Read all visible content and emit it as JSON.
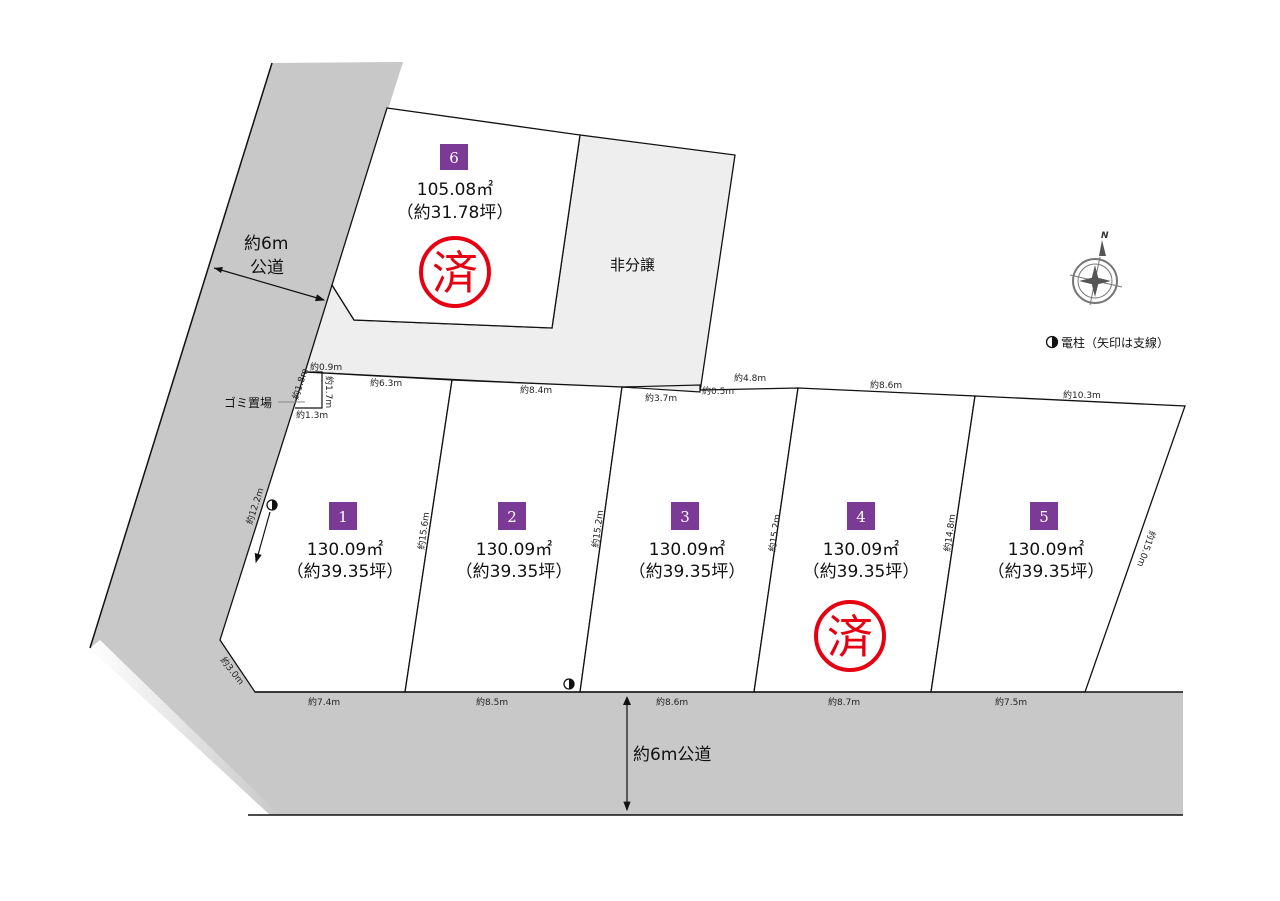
{
  "colors": {
    "road": "#c8c8c8",
    "non_sale": "#eeeeee",
    "lot_badge": "#7b3a96",
    "sold_stamp": "#e60012"
  },
  "roads": {
    "west": "約6m\n公道",
    "west_line1": "約6m",
    "west_line2": "公道",
    "south": "約6m公道"
  },
  "non_sale_label": "非分譲",
  "garbage_label": "ゴミ置場",
  "legend": {
    "icon": "utility-pole-icon",
    "text": "電柱（矢印は支線）"
  },
  "compass_label": "N",
  "sold_stamp_text": "済",
  "lots": [
    {
      "number": "1",
      "area": "130.09㎡",
      "tsubo": "（約39.35坪）",
      "sold": false
    },
    {
      "number": "2",
      "area": "130.09㎡",
      "tsubo": "（約39.35坪）",
      "sold": false
    },
    {
      "number": "3",
      "area": "130.09㎡",
      "tsubo": "（約39.35坪）",
      "sold": false
    },
    {
      "number": "4",
      "area": "130.09㎡",
      "tsubo": "（約39.35坪）",
      "sold": true
    },
    {
      "number": "5",
      "area": "130.09㎡",
      "tsubo": "（約39.35坪）",
      "sold": false
    },
    {
      "number": "6",
      "area": "105.08㎡",
      "tsubo": "（約31.78坪）",
      "sold": true
    }
  ],
  "dimensions": {
    "d09": "約0.9m",
    "d18": "約1.8m",
    "d17": "約1.7m",
    "d13": "約1.3m",
    "d63": "約6.3m",
    "d84": "約8.4m",
    "d37": "約3.7m",
    "d05": "約0.5m",
    "d48": "約4.8m",
    "d86": "約8.6m",
    "d103": "約10.3m",
    "d122": "約12.2m",
    "d156": "約15.6m",
    "d152a": "約15.2m",
    "d152b": "約15.2m",
    "d148": "約14.8m",
    "d150": "約15.0m",
    "d30": "約3.0m",
    "b74": "約7.4m",
    "b85": "約8.5m",
    "b86": "約8.6m",
    "b87": "約8.7m",
    "b75": "約7.5m"
  }
}
